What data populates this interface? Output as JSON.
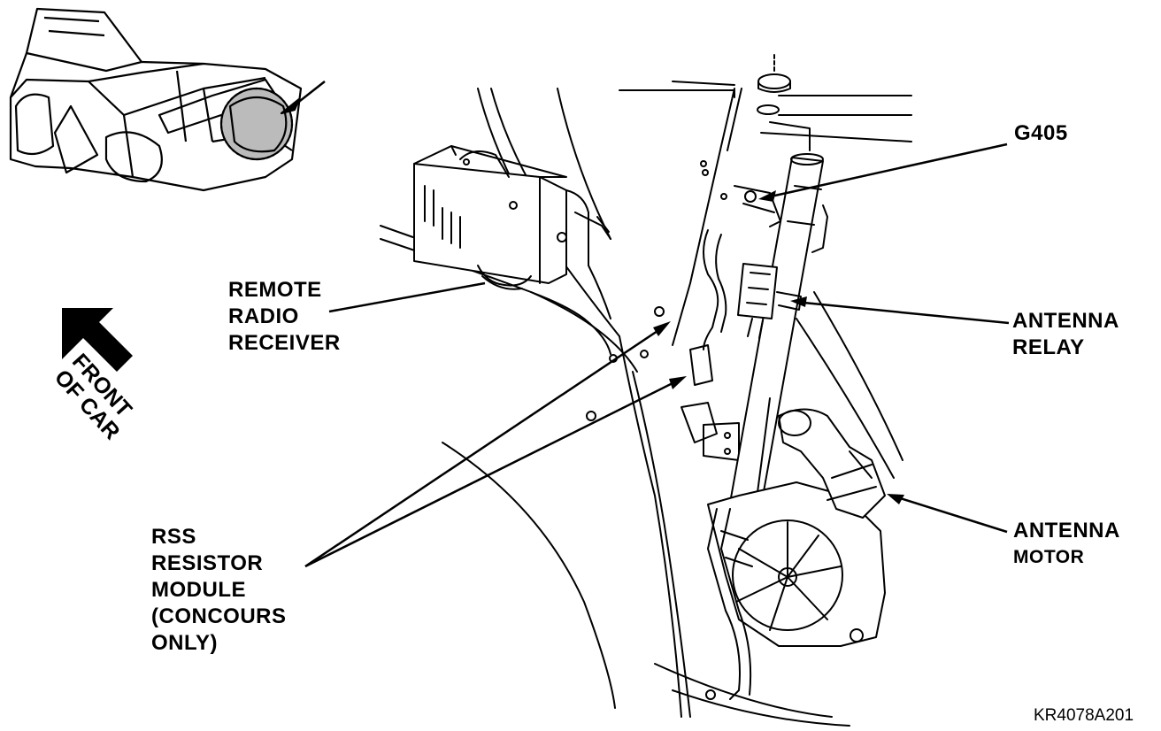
{
  "labels": {
    "g405": "G405",
    "remote_radio_receiver": [
      "REMOTE",
      "RADIO",
      "RECEIVER"
    ],
    "antenna_relay": [
      "ANTENNA",
      "RELAY"
    ],
    "antenna_motor": [
      "ANTENNA",
      "MOTOR"
    ],
    "rss_resistor_module": [
      "RSS",
      "RESISTOR",
      "MODULE",
      "(CONCOURS",
      "ONLY)"
    ],
    "front_of_car": [
      "FRONT",
      "OF CAR"
    ]
  },
  "figure_code": "KR4078A201",
  "colors": {
    "line": "#000000",
    "background": "#ffffff"
  }
}
